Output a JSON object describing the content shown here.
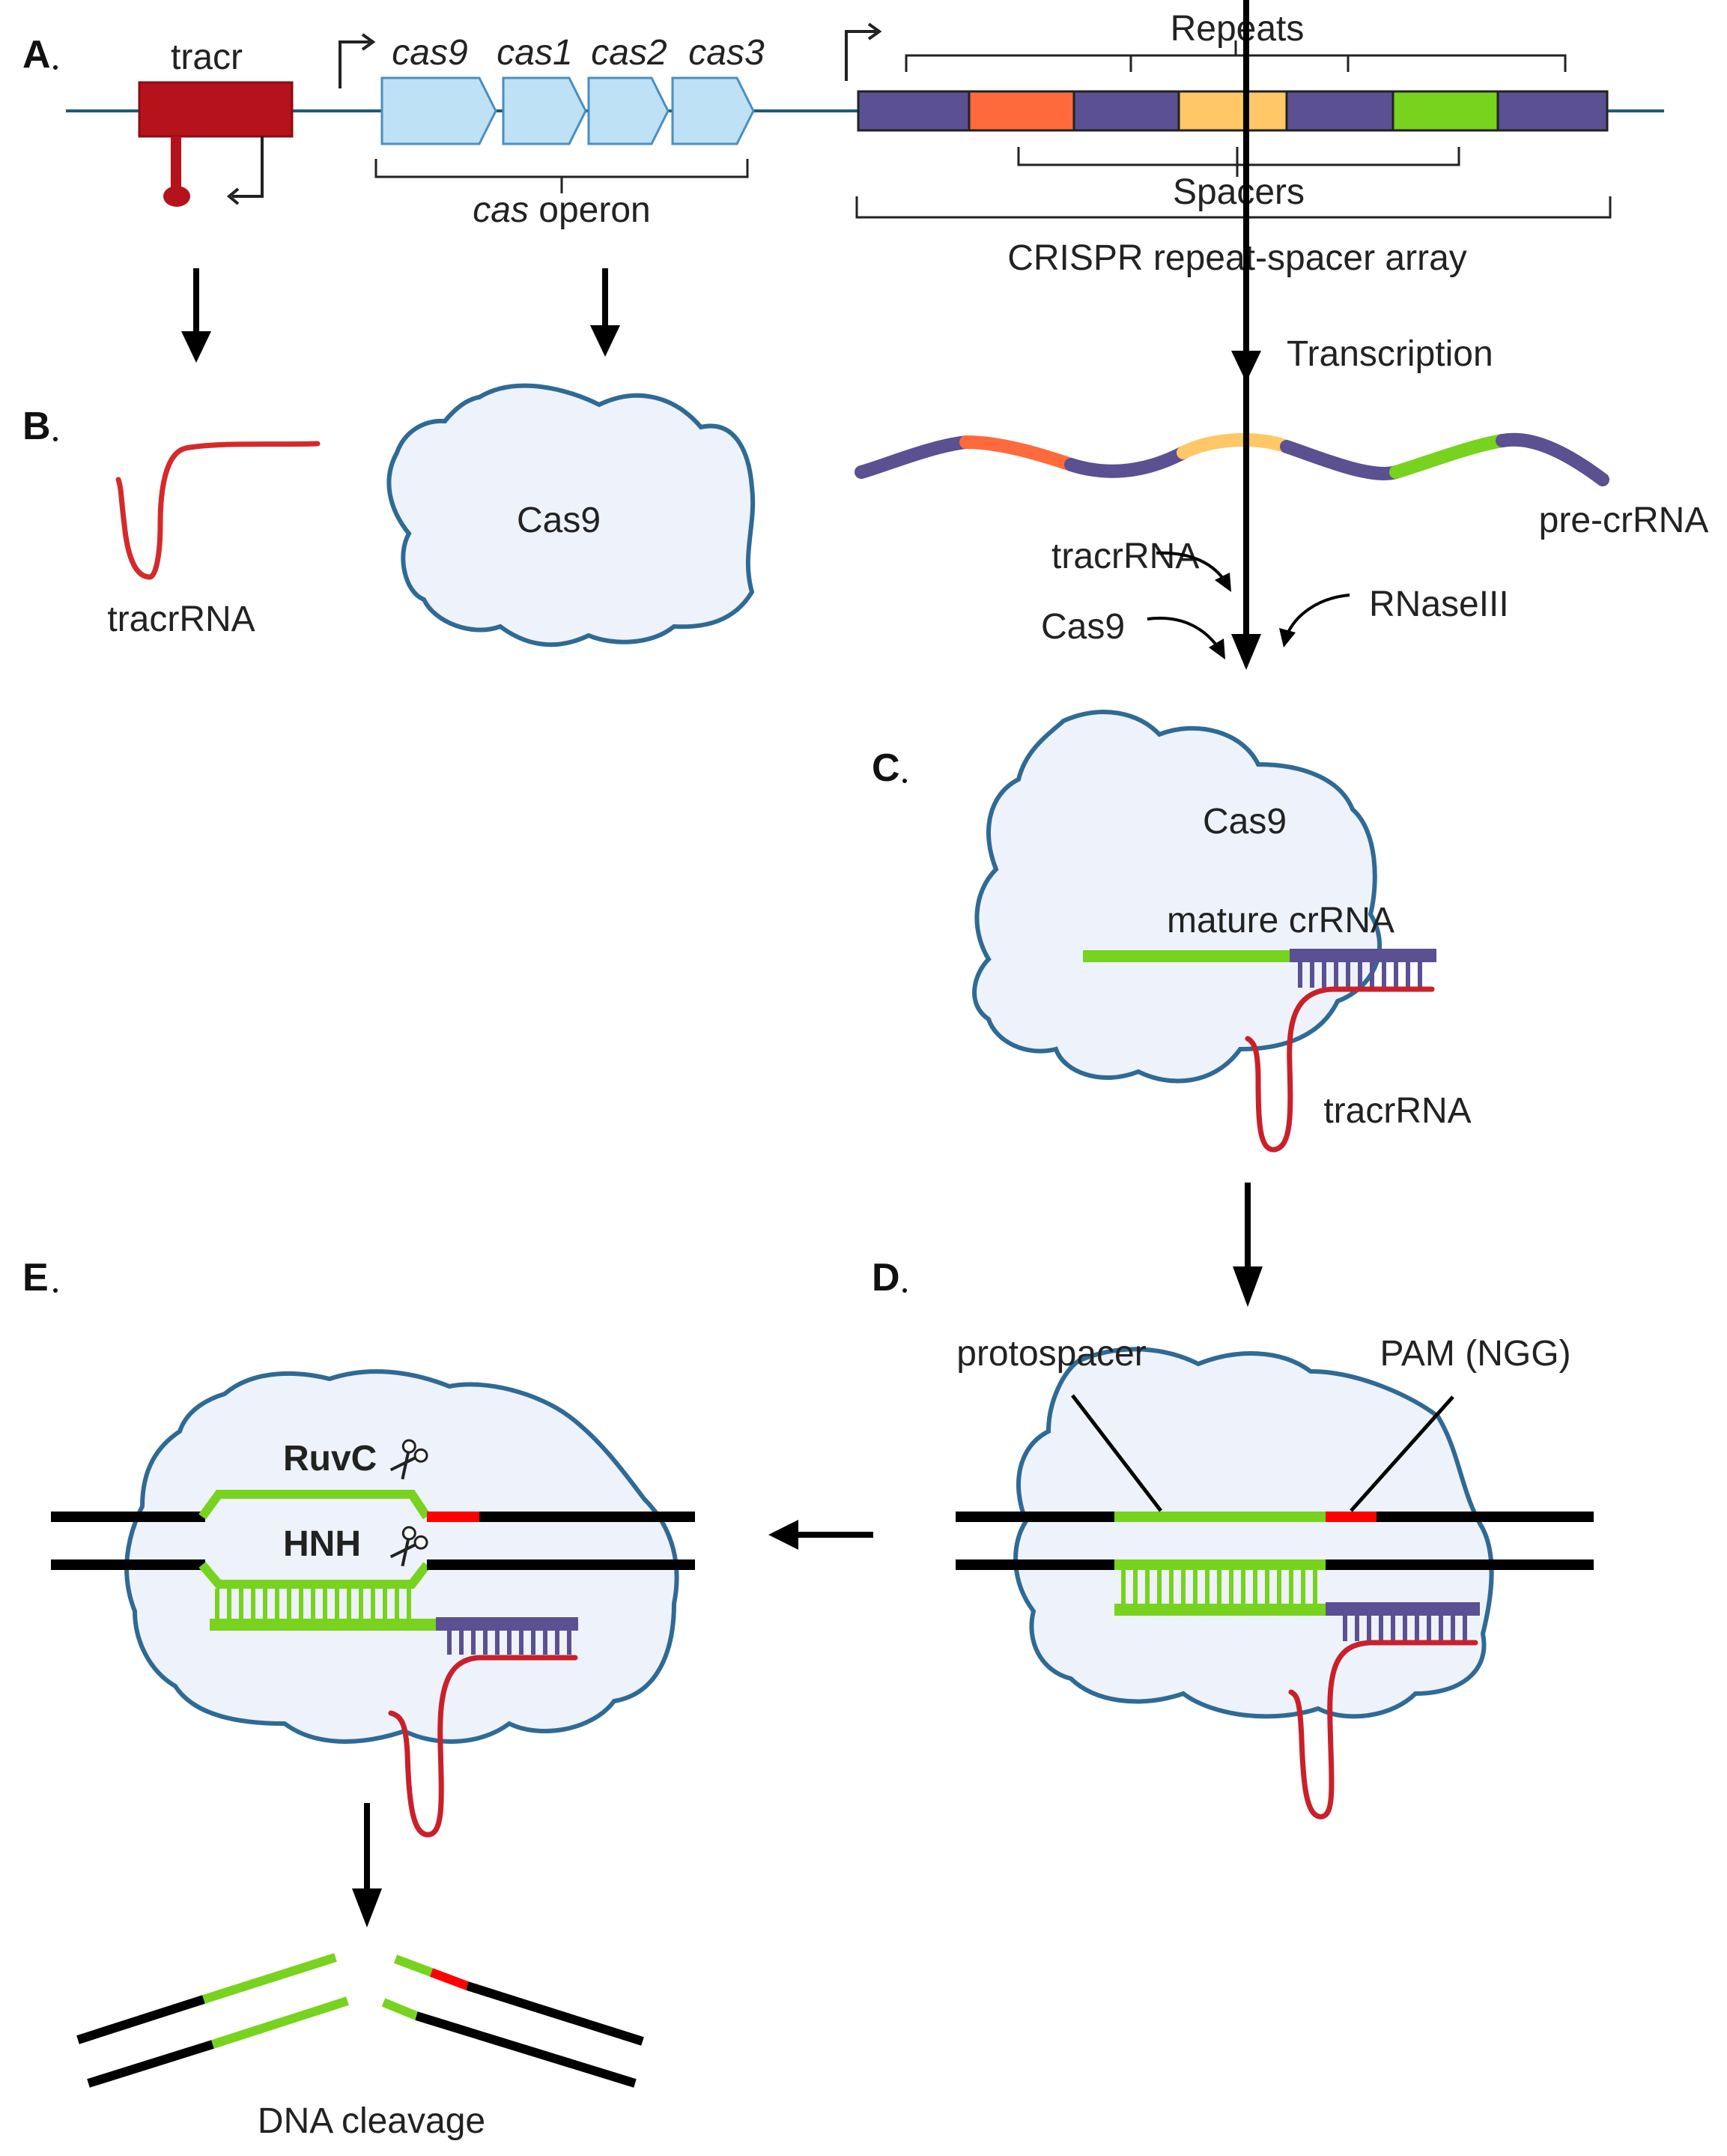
{
  "colors": {
    "dna_black": "#000000",
    "dna_backbone": "#1f5a7a",
    "tracr_red": "#b5121b",
    "cas_gene_fill": "#bfe1f5",
    "cas_gene_stroke": "#4a8ec2",
    "repeat_purple": "#5b5091",
    "spacer_orange": "#ff6a3d",
    "spacer_yellow": "#ffc766",
    "spacer_green": "#77d31e",
    "cas9_fill": "#eef2fa",
    "cas9_stroke": "#2f6a95",
    "pam_red": "#ff0000"
  },
  "panelA": {
    "label": "A",
    "tracr": "tracr",
    "genes": [
      "cas9",
      "cas1",
      "cas2",
      "cas3"
    ],
    "operon_italic": "cas",
    "operon_rest": " operon",
    "repeats": "Repeats",
    "spacers": "Spacers",
    "array": "CRISPR repeat-spacer array",
    "transcription": "Transcription"
  },
  "panelB": {
    "label": "B",
    "tracrRNA": "tracrRNA",
    "cas9": "Cas9",
    "pre_crRNA": "pre-crRNA",
    "processing": {
      "tracrRNA": "tracrRNA",
      "cas9": "Cas9",
      "rnase": "RNaseIII"
    }
  },
  "panelC": {
    "label": "C",
    "cas9": "Cas9",
    "mature_crRNA": "mature  crRNA",
    "tracrRNA": "tracrRNA"
  },
  "panelD": {
    "label": "D",
    "protospacer": "protospacer",
    "pam": "PAM (NGG)"
  },
  "panelE": {
    "label": "E",
    "ruvc": "RuvC",
    "hnh": "HNH",
    "cleavage": "DNA cleavage"
  },
  "icons": [
    "scissors-icon",
    "arrow-down-icon",
    "arrow-left-icon",
    "promoter-arrow-icon"
  ]
}
